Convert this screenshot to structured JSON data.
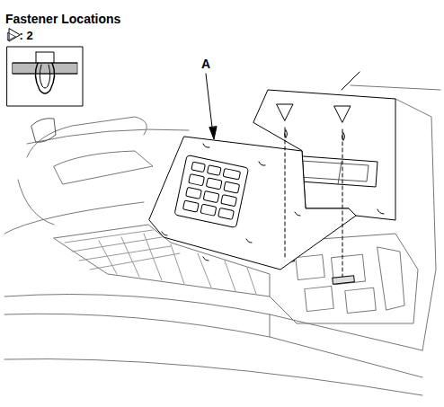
{
  "diagram": {
    "title": "Fastener Locations",
    "labels": [
      "▷ : 2",
      "A"
    ]
  }
}
